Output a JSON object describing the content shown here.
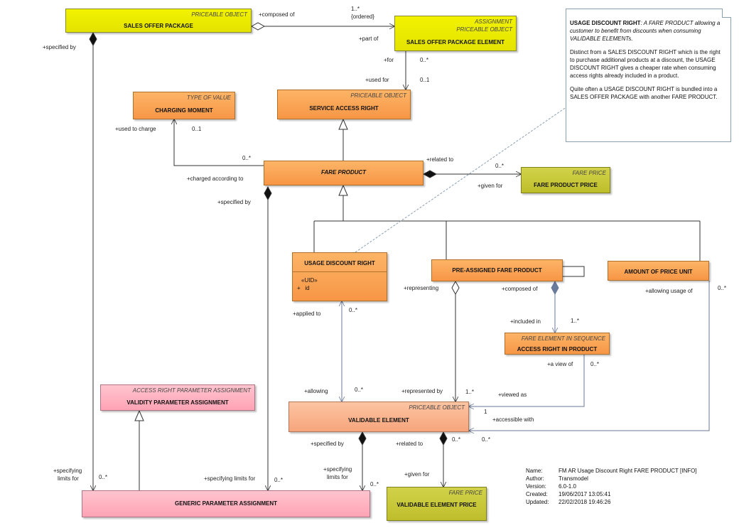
{
  "diagram": {
    "boxes": {
      "sales_offer_package": {
        "stereotype": "PRICEABLE OBJECT",
        "name": "SALES OFFER PACKAGE"
      },
      "sales_offer_package_element": {
        "stereotype1": "ASSIGNMENT",
        "stereotype2": "PRICEABLE OBJECT",
        "name": "SALES OFFER PACKAGE ELEMENT"
      },
      "charging_moment": {
        "stereotype": "TYPE OF VALUE",
        "name": "CHARGING MOMENT"
      },
      "service_access_right": {
        "stereotype": "PRICEABLE OBJECT",
        "name": "SERVICE ACCESS RIGHT"
      },
      "fare_product": {
        "name": "FARE PRODUCT"
      },
      "fare_product_price": {
        "stereotype": "FARE PRICE",
        "name": "FARE PRODUCT PRICE"
      },
      "usage_discount_right": {
        "name": "USAGE DISCOUNT RIGHT",
        "attr1": "«UID»",
        "attr2_mark": "+",
        "attr2": "id"
      },
      "pre_assigned_fare_product": {
        "name": "PRE-ASSIGNED FARE PRODUCT"
      },
      "amount_of_price_unit": {
        "name": "AMOUNT OF PRICE UNIT"
      },
      "access_right_in_product": {
        "stereotype": "FARE ELEMENT IN SEQUENCE",
        "name": "ACCESS RIGHT IN PRODUCT"
      },
      "validity_parameter_assignment": {
        "stereotype": "ACCESS RIGHT PARAMETER ASSIGNMENT",
        "name": "VALIDITY PARAMETER ASSIGNMENT"
      },
      "validable_element": {
        "stereotype": "PRICEABLE OBJECT",
        "name": "VALIDABLE ELEMENT"
      },
      "generic_parameter_assignment": {
        "name": "GENERIC PARAMETER ASSIGNMENT"
      },
      "validable_element_price": {
        "stereotype": "FARE PRICE",
        "name": "VALIDABLE ELEMENT PRICE"
      }
    },
    "labels": {
      "composed_of_1": "+composed of",
      "mult_1_star_ordered": "1..*",
      "ordered": "{ordered}",
      "part_of": "+part of",
      "specified_by_1": "+specified by",
      "for": "+for",
      "mult_0_star_1": "0..*",
      "used_for": "+used for",
      "mult_0_1_a": "0..1",
      "used_to_charge": "+used to charge",
      "mult_0_1_b": "0..1",
      "mult_0_star_2": "0..*",
      "charged_according_to": "+charged according to",
      "related_to_1": "+related to",
      "mult_0_star_3": "0..*",
      "given_for_1": "+given for",
      "specified_by_2": "+specified by",
      "representing": "+representing",
      "composed_of_2": "+composed of",
      "allowing_usage_of": "+allowing usage of",
      "mult_0_star_4": "0..*",
      "applied_to": "+applied to",
      "mult_0_star_5": "0..*",
      "included_in": "+included in",
      "mult_1_star_2": "1..*",
      "a_view_of": "+a view of",
      "mult_0_star_6": "0..*",
      "allowing": "+allowing",
      "mult_0_star_7": "0..*",
      "represented_by": "+represented by",
      "mult_1_star_3": "1..*",
      "viewed_as": "+viewed as",
      "mult_1": "1",
      "accessible_with": "+accessible with",
      "mult_0_star_8": "0..*",
      "specified_by_3": "+specified by",
      "related_to_2": "+related to",
      "mult_0_star_9": "0..*",
      "specifying_limits_for_1a": "+specifying",
      "specifying_limits_for_1b": "limits for",
      "mult_0_star_10": "0..*",
      "specifying_limits_for_2": "+specifying limits for",
      "mult_0_star_11": "0..*",
      "specifying_limits_for_3a": "+specifying",
      "specifying_limits_for_3b": "limits for",
      "mult_0_star_12": "0..*",
      "given_for_2": "+given for"
    },
    "note": {
      "title": "USAGE DISCOUNT RIGHT",
      "title_rest": ": A FARE PRODUCT allowing a customer to benefit from discounts when consuming VALIDABLE ELEMENTs.",
      "p2": "Distinct from a SALES DISCOUNT RIGHT which is the right to purchase additional products at  a discount, the USAGE DISCOUNT RIGHT gives a cheaper rate when consuming access rights already included in a product.",
      "p3": "Quite often a USAGE DISCOUNT RIGHT is bundled into a SALES OFFER PACKAGE with another FARE PRODUCT."
    },
    "meta": {
      "name_key": "Name:",
      "name_val": "FM AR Usage Discount Right FARE PRODUCT [INFO]",
      "author_key": "Author:",
      "author_val": "Transmodel",
      "version_key": "Version:",
      "version_val": "6.0-1.0",
      "created_key": "Created:",
      "created_val": "19/06/2017 13:05:41",
      "updated_key": "Updated:",
      "updated_val": "22/02/2018 19:46:26"
    }
  }
}
